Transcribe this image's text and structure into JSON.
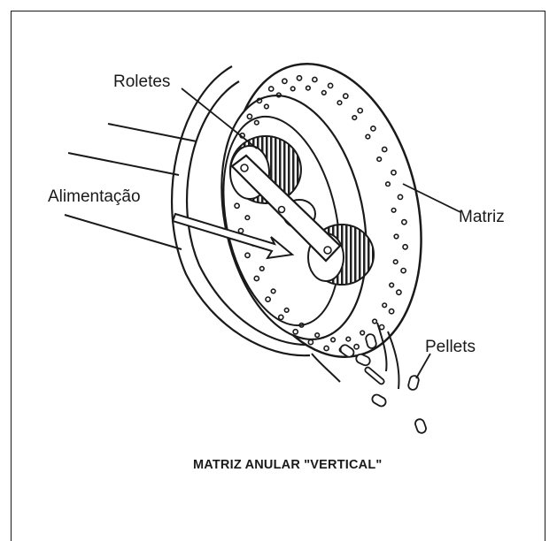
{
  "diagram": {
    "labels": {
      "roletes": "Roletes",
      "alimentacao": "Alimentação",
      "matriz": "Matriz",
      "pellets": "Pellets"
    },
    "caption": "MATRIZ ANULAR \"VERTICAL\""
  },
  "colors": {
    "ink": "#1a1a1a",
    "fill": "#ffffff",
    "shade": "#555555"
  }
}
